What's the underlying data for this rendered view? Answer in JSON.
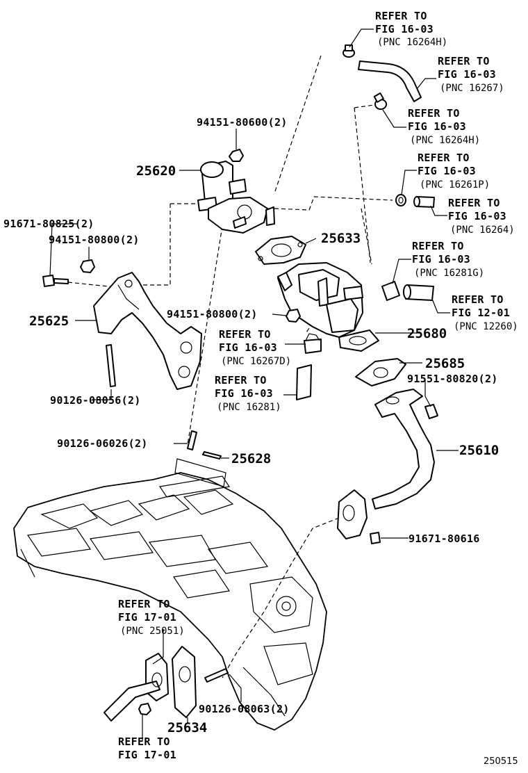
{
  "diagram": {
    "refers": [
      {
        "l1": "REFER TO",
        "l2": "FIG 16-03",
        "l3": "(PNC 16264H)"
      },
      {
        "l1": "REFER TO",
        "l2": "FIG 16-03",
        "l3": "(PNC 16267)"
      },
      {
        "l1": "REFER TO",
        "l2": "FIG 16-03",
        "l3": "(PNC 16264H)"
      },
      {
        "l1": "REFER TO",
        "l2": "FIG 16-03",
        "l3": "(PNC 16261P)"
      },
      {
        "l1": "REFER TO",
        "l2": "FIG 16-03",
        "l3": "(PNC 16264)"
      },
      {
        "l1": "REFER TO",
        "l2": "FIG 16-03",
        "l3": "(PNC 16281G)"
      },
      {
        "l1": "REFER TO",
        "l2": "FIG 12-01",
        "l3": "(PNC 12260)"
      },
      {
        "l1": "REFER TO",
        "l2": "FIG 16-03",
        "l3": "(PNC 16267D)"
      },
      {
        "l1": "REFER TO",
        "l2": "FIG 16-03",
        "l3": "(PNC 16281)"
      },
      {
        "l1": "REFER TO",
        "l2": "FIG 17-01",
        "l3": "(PNC 25051)"
      },
      {
        "l1": "REFER TO",
        "l2": "FIG 17-01",
        "l3": ""
      }
    ],
    "part_numbers": [
      "94151-80600(2)",
      "91671-80825(2)",
      "94151-80800(2)",
      "94151-80800(2)",
      "90126-08056(2)",
      "91551-80820(2)",
      "90126-06026(2)",
      "91671-80616",
      "90126-08063(2)"
    ],
    "pncs": [
      "25620",
      "25633",
      "25625",
      "25680",
      "25685",
      "25610",
      "25628",
      "25634"
    ],
    "figure_code": "250515"
  }
}
